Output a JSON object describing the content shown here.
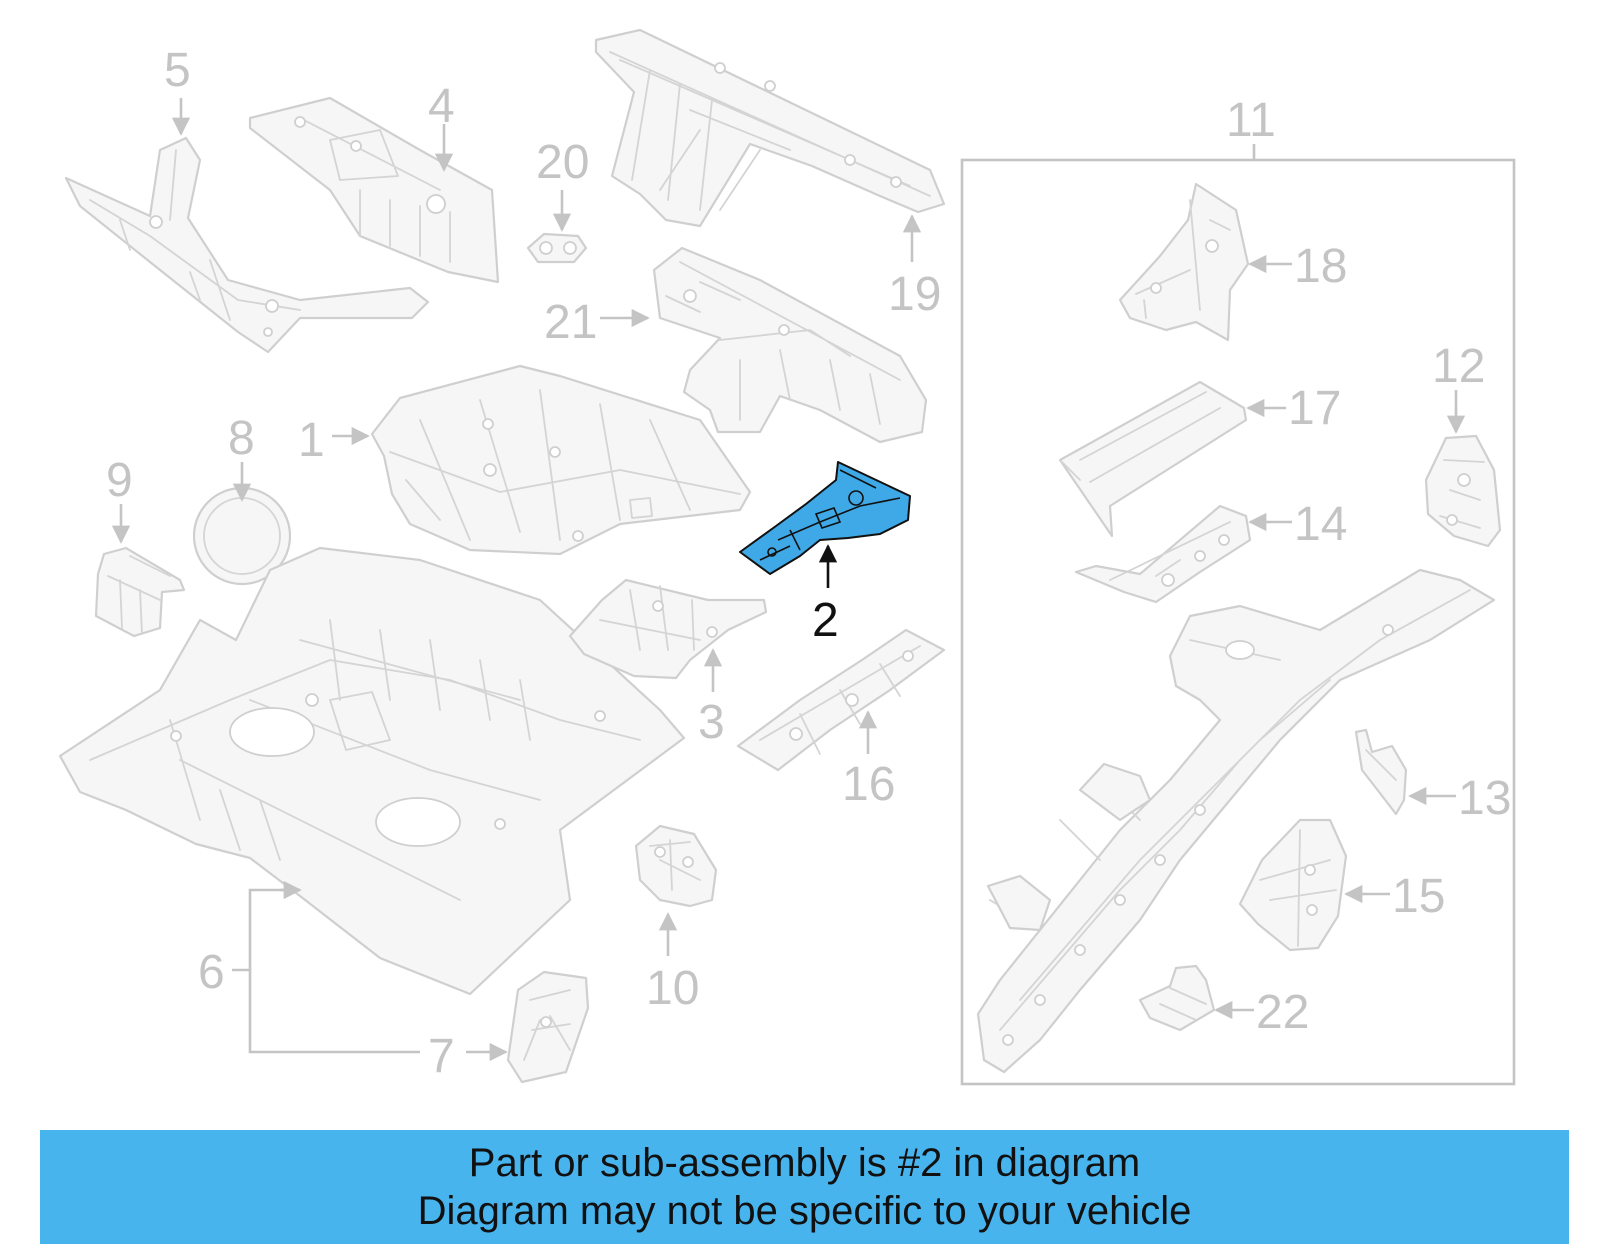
{
  "callouts": {
    "c1": "1",
    "c2": "2",
    "c3": "3",
    "c4": "4",
    "c5": "5",
    "c6": "6",
    "c7": "7",
    "c8": "8",
    "c9": "9",
    "c10": "10",
    "c11": "11",
    "c12": "12",
    "c13": "13",
    "c14": "14",
    "c15": "15",
    "c16": "16",
    "c17": "17",
    "c18": "18",
    "c19": "19",
    "c20": "20",
    "c21": "21",
    "c22": "22"
  },
  "highlighted_part": "2",
  "colors": {
    "highlight": "#3fa9e8",
    "banner": "#48b4ee",
    "inactive_line": "#c4c4c4",
    "active_line": "#111111"
  },
  "banner": {
    "line1": "Part or sub-assembly is #2 in diagram",
    "line2": "Diagram may not be specific to your vehicle"
  }
}
